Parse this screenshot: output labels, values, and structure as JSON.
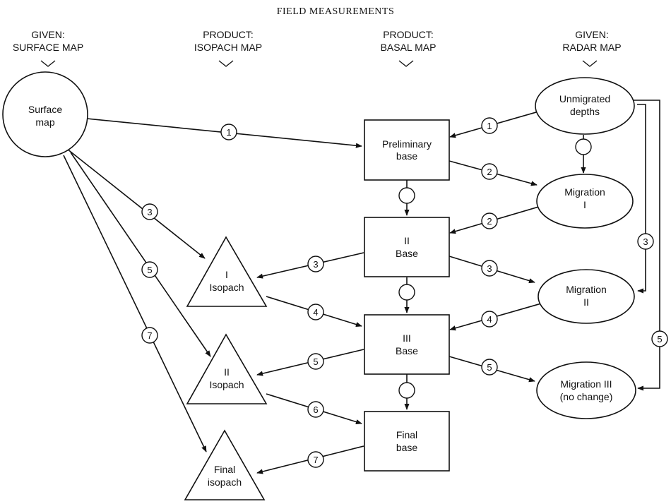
{
  "title": "FIELD MEASUREMENTS",
  "columns": [
    {
      "line1": "GIVEN:",
      "line2": "SURFACE MAP"
    },
    {
      "line1": "PRODUCT:",
      "line2": "ISOPACH MAP"
    },
    {
      "line1": "PRODUCT:",
      "line2": "BASAL MAP"
    },
    {
      "line1": "GIVEN:",
      "line2": "RADAR MAP"
    }
  ],
  "nodes": {
    "surface_map": {
      "line1": "Surface",
      "line2": "map"
    },
    "unmigrated_depths": {
      "line1": "Unmigrated",
      "line2": "depths"
    },
    "preliminary_base": {
      "line1": "Preliminary",
      "line2": "base"
    },
    "ii_base": {
      "line1": "II",
      "line2": "Base"
    },
    "iii_base": {
      "line1": "III",
      "line2": "Base"
    },
    "final_base": {
      "line1": "Final",
      "line2": "base"
    },
    "migration_i": {
      "line1": "Migration",
      "line2": "I"
    },
    "migration_ii": {
      "line1": "Migration",
      "line2": "II"
    },
    "migration_iii": {
      "line1": "Migration III",
      "line2": "(no change)"
    },
    "i_isopach": {
      "line1": "I",
      "line2": "Isopach"
    },
    "ii_isopach": {
      "line1": "II",
      "line2": "Isopach"
    },
    "final_isopach": {
      "line1": "Final",
      "line2": "isopach"
    }
  },
  "steps": [
    "1",
    "1",
    "2",
    "2",
    "3",
    "3",
    "3",
    "3",
    "4",
    "4",
    "5",
    "5",
    "5",
    "5",
    "6",
    "7",
    "7"
  ]
}
